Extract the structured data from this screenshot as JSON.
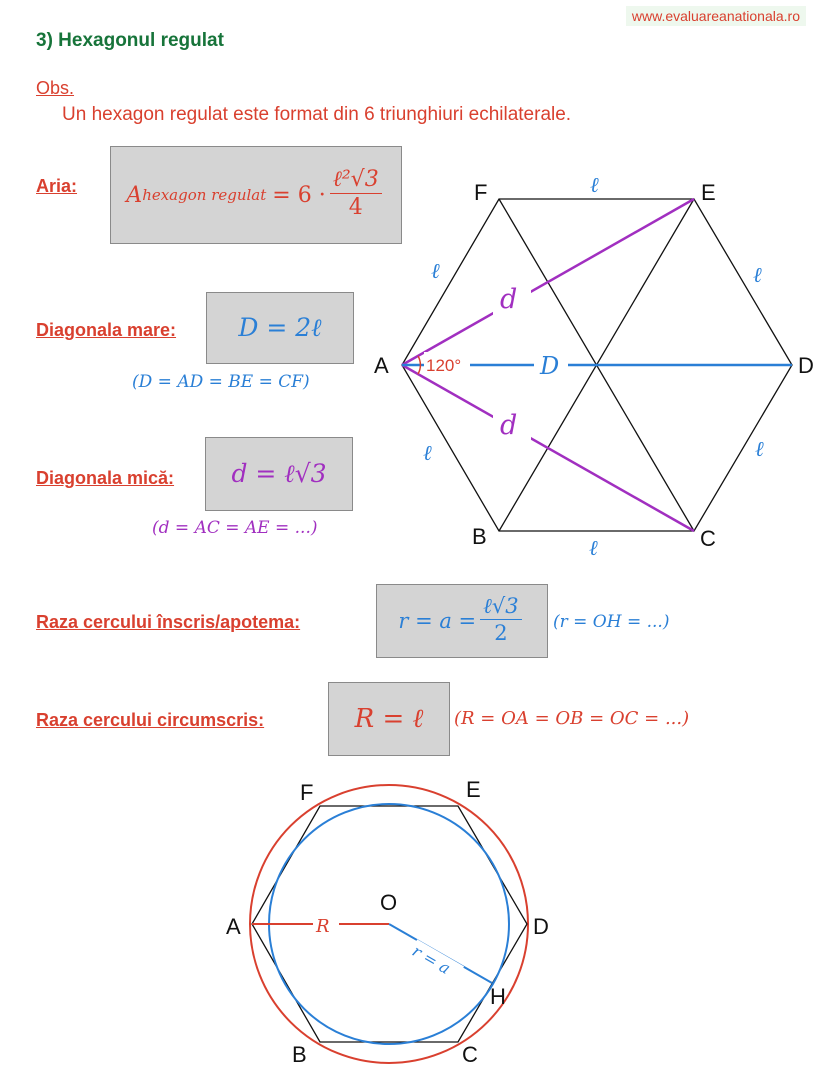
{
  "site": "www.evaluareanationala.ro",
  "title": "3) Hexagonul regulat",
  "obs": {
    "heading": "Obs.",
    "text": "Un hexagon regulat este format din 6 triunghiuri echilaterale."
  },
  "aria": {
    "label": "Aria:",
    "lhs": "A",
    "sub": "hexagon regulat",
    "mid": "= 6 ·",
    "num": "ℓ²√3",
    "den": "4"
  },
  "diag_mare": {
    "label": "Diagonala mare:",
    "formula": "D = 2ℓ",
    "note": "(D = AD = BE = CF)"
  },
  "diag_mica": {
    "label": "Diagonala mică:",
    "formula": "d = ℓ√3",
    "note": "(d = AC = AE = ...)"
  },
  "raza_inscris": {
    "label": "Raza cercului înscris/apotema:",
    "lhs": "r = a =",
    "num": "ℓ√3",
    "den": "2",
    "note": "(r = OH = ...)"
  },
  "raza_circ": {
    "label": "Raza cercului circumscris:",
    "formula": "R = ℓ",
    "note": "(R = OA = OB = OC = ...)"
  },
  "hexagon1": {
    "vertices": [
      "A",
      "B",
      "C",
      "D",
      "E",
      "F"
    ],
    "side_label": "ℓ",
    "short_diag_label": "d",
    "long_diag_label": "D",
    "angle_label": "120°"
  },
  "hexagon2": {
    "vertices": [
      "A",
      "B",
      "C",
      "D",
      "E",
      "F"
    ],
    "center": "O",
    "foot": "H",
    "R_label": "R",
    "r_label": "r = a"
  },
  "colors": {
    "red": "#d9402f",
    "blue": "#2a7fd6",
    "purple": "#a12fc0",
    "green": "#17743a",
    "box": "#d4d4d4"
  }
}
